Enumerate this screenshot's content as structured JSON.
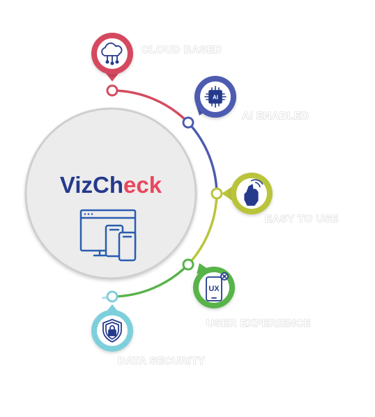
{
  "brand": {
    "prefix": "VizCh",
    "highlight": "e",
    "suffix": "ck",
    "colors": {
      "primary": "#253a8c",
      "accent": "#e8475e"
    }
  },
  "center_icon": "devices-icon",
  "features": [
    {
      "label": "CLOUD BASED",
      "icon": "cloud-network-icon",
      "color": "#d44a5e"
    },
    {
      "label": "AI ENABLED",
      "icon": "ai-chip-icon",
      "color": "#4d5cb0"
    },
    {
      "label": "EASY TO USE",
      "icon": "hand-touch-icon",
      "color": "#b9c43a"
    },
    {
      "label": "USER EXPERIENCE",
      "icon": "ux-phone-icon",
      "color": "#58b34a"
    },
    {
      "label": "DATA SECURITY",
      "icon": "shield-lock-icon",
      "color": "#7ecfdc"
    }
  ]
}
